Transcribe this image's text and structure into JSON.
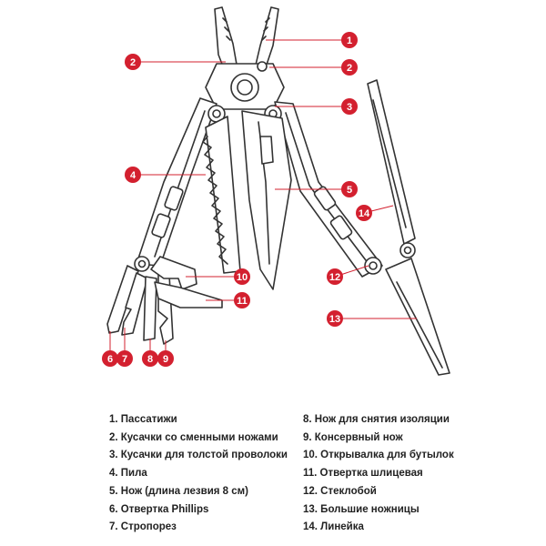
{
  "colors": {
    "callout": "#d3202f",
    "outline": "#333333",
    "fill": "#ffffff"
  },
  "callouts": [
    {
      "num": "1"
    },
    {
      "num": "2"
    },
    {
      "num": "2"
    },
    {
      "num": "3"
    },
    {
      "num": "4"
    },
    {
      "num": "5"
    },
    {
      "num": "14"
    },
    {
      "num": "10"
    },
    {
      "num": "11"
    },
    {
      "num": "12"
    },
    {
      "num": "13"
    },
    {
      "num": "6"
    },
    {
      "num": "7"
    },
    {
      "num": "8"
    },
    {
      "num": "9"
    }
  ],
  "legend": {
    "left": [
      "1. Пассатижи",
      "2. Кусачки со сменными ножами",
      "3. Кусачки для толстой проволоки",
      "4. Пила",
      "5. Нож (длина лезвия 8 см)",
      "6. Отвертка Phillips",
      "7. Стропорез"
    ],
    "right": [
      "8. Нож для снятия изоляции",
      "9. Консервный нож",
      "10. Открывалка для бутылок",
      "11. Отвертка шлицевая",
      "12. Стеклобой",
      "13. Большие ножницы",
      "14. Линейка"
    ]
  }
}
